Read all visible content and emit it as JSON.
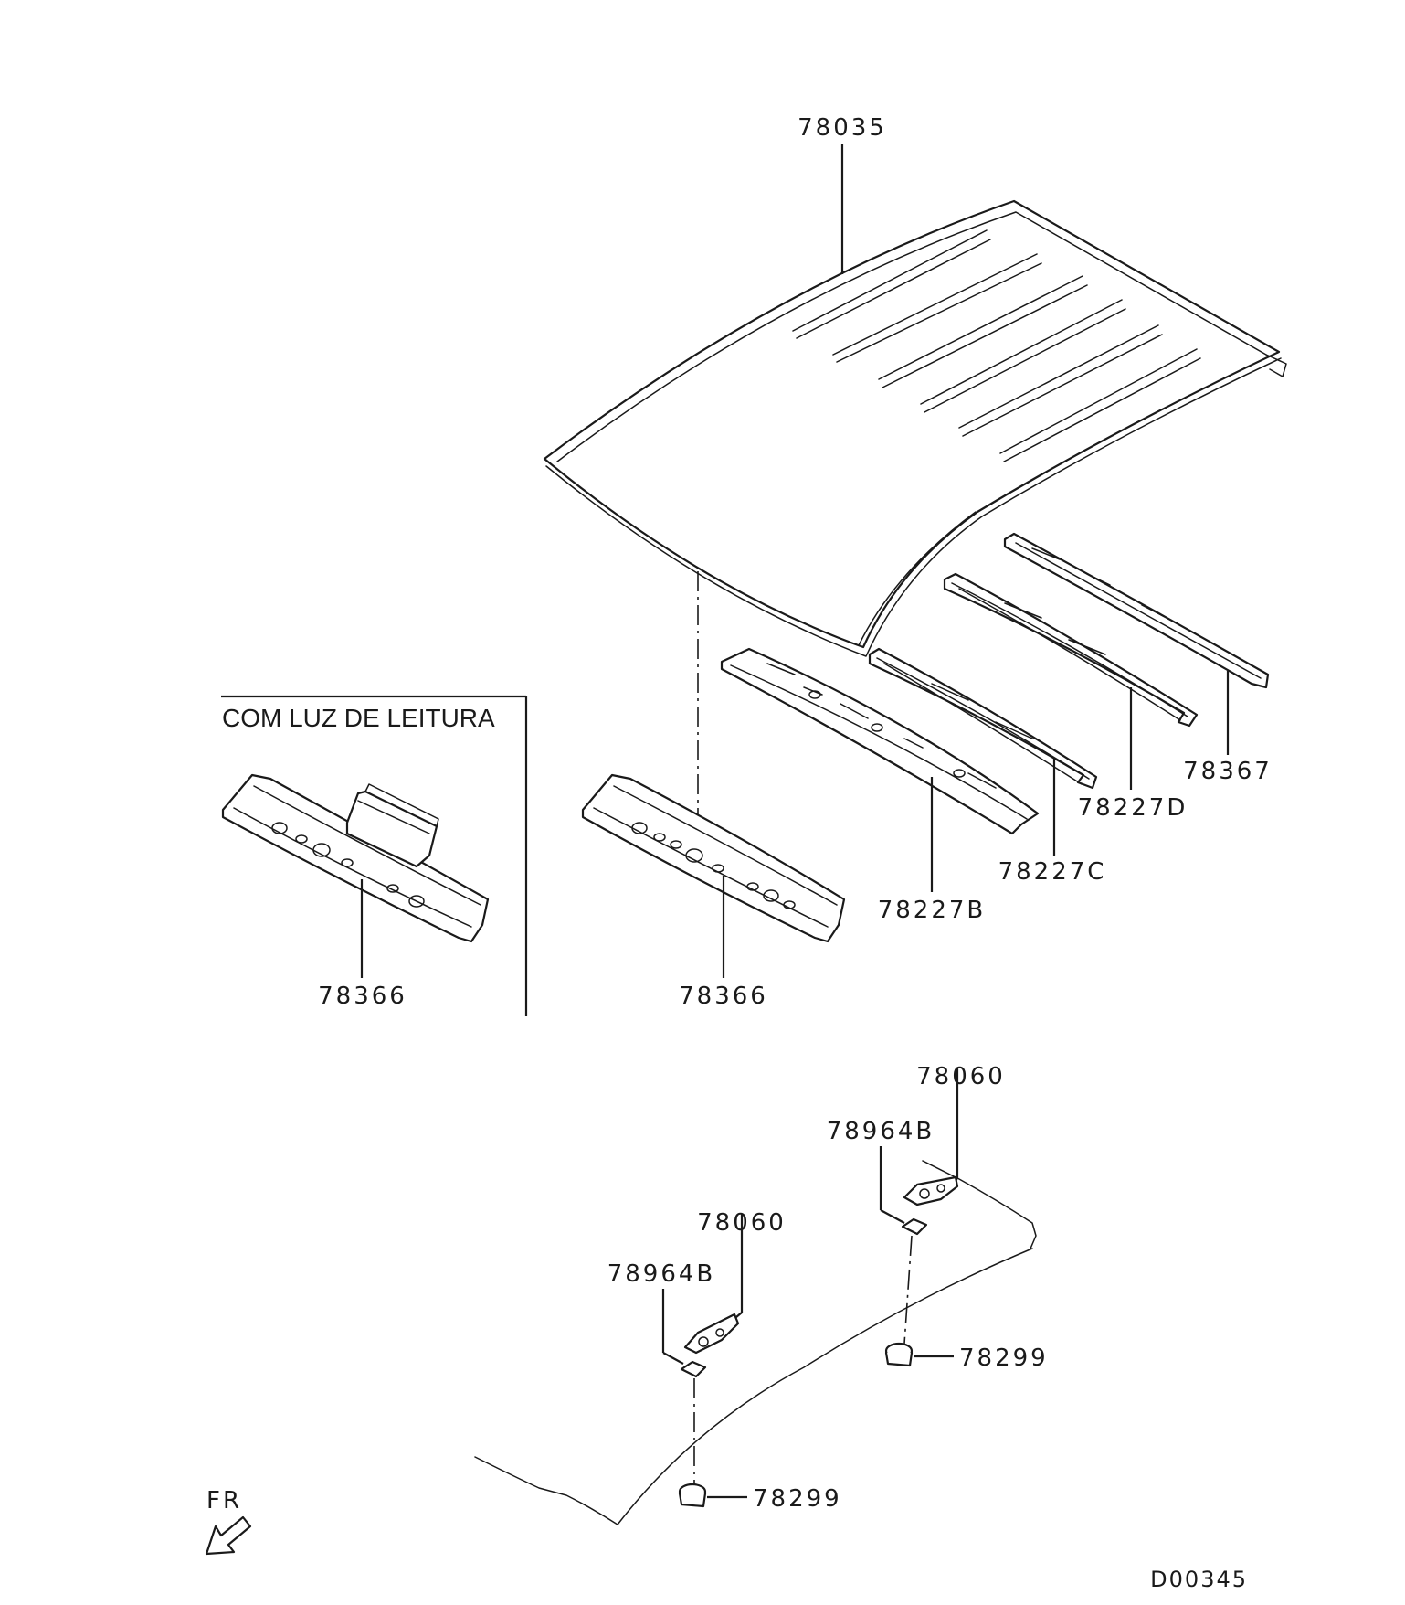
{
  "diagram_code": "D00345",
  "variant_note": "COM LUZ DE LEITURA",
  "direction_label": "FR",
  "parts": {
    "roof_panel": "78035",
    "bow_b": "78227B",
    "bow_c": "78227C",
    "bow_d": "78227D",
    "rear_rail": "78367",
    "front_header": "78366",
    "front_header_reading_light": "78366",
    "clip_right": "78060",
    "clip_left": "78060",
    "pad_right": "78964B",
    "pad_left": "78964B",
    "fastener_right": "78299",
    "fastener_left": "78299"
  }
}
